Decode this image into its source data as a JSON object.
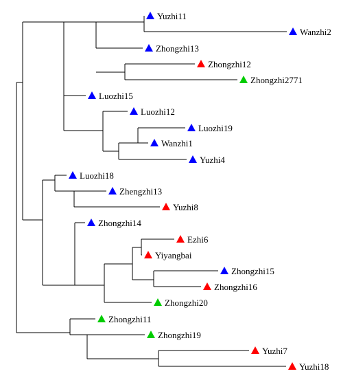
{
  "colors": {
    "blue": "#0000ff",
    "red": "#ff0000",
    "green": "#00cc00"
  },
  "leaves": [
    {
      "id": "yuzhi11",
      "label": "Yuzhi11",
      "group": "blue"
    },
    {
      "id": "wanzhi2",
      "label": "Wanzhi2",
      "group": "blue"
    },
    {
      "id": "zhongzhi13",
      "label": "Zhongzhi13",
      "group": "blue"
    },
    {
      "id": "zhongzhi12",
      "label": "Zhongzhi12",
      "group": "red"
    },
    {
      "id": "zhongzhi2771",
      "label": "Zhongzhi2771",
      "group": "green"
    },
    {
      "id": "luozhi15",
      "label": "Luozhi15",
      "group": "blue"
    },
    {
      "id": "luozhi12",
      "label": "Luozhi12",
      "group": "blue"
    },
    {
      "id": "luozhi19",
      "label": "Luozhi19",
      "group": "blue"
    },
    {
      "id": "wanzhi1",
      "label": "Wanzhi1",
      "group": "blue"
    },
    {
      "id": "yuzhi4",
      "label": "Yuzhi4",
      "group": "blue"
    },
    {
      "id": "luozhi18",
      "label": "Luozhi18",
      "group": "blue"
    },
    {
      "id": "zhengzhi13",
      "label": "Zhengzhi13",
      "group": "blue"
    },
    {
      "id": "yuzhi8",
      "label": "Yuzhi8",
      "group": "red"
    },
    {
      "id": "zhongzhi14",
      "label": "Zhongzhi14",
      "group": "blue"
    },
    {
      "id": "ezhi6",
      "label": "Ezhi6",
      "group": "red"
    },
    {
      "id": "yiyangbai",
      "label": "Yiyangbai",
      "group": "red"
    },
    {
      "id": "zhongzhi15",
      "label": "Zhongzhi15",
      "group": "blue"
    },
    {
      "id": "zhongzhi16",
      "label": "Zhongzhi16",
      "group": "red"
    },
    {
      "id": "zhongzhi20",
      "label": "Zhongzhi20",
      "group": "green"
    },
    {
      "id": "zhongzhi11",
      "label": "Zhongzhi11",
      "group": "green"
    },
    {
      "id": "zhongzhi19",
      "label": "Zhongzhi19",
      "group": "green"
    },
    {
      "id": "yuzhi7",
      "label": "Yuzhi7",
      "group": "red"
    },
    {
      "id": "yuzhi18",
      "label": "Yuzhi18",
      "group": "red"
    }
  ]
}
